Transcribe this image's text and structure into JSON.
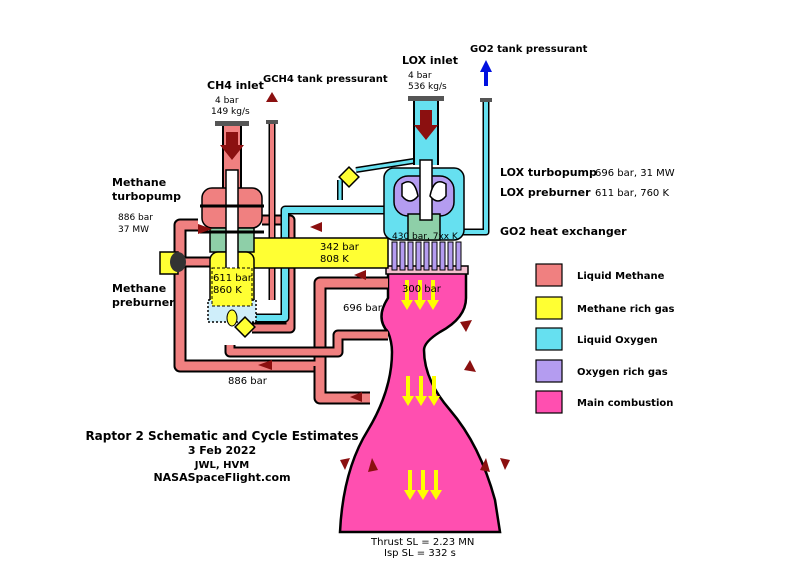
{
  "labels": {
    "ch4_inlet": "CH4 inlet",
    "ch4_inlet_p": "4 bar",
    "ch4_inlet_flow": "149 kg/s",
    "gch4_tank": "GCH4 tank pressurant",
    "lox_inlet": "LOX inlet",
    "lox_inlet_p": "4 bar",
    "lox_inlet_flow": "536 kg/s",
    "go2_tank": "GO2 tank pressurant",
    "methane_turbopump_1": "Methane",
    "methane_turbopump_2": "turbopump",
    "methane_tp_p": "886 bar",
    "methane_tp_power": "37 MW",
    "methane_preburner_1": "Methane",
    "methane_preburner_2": "preburner",
    "lox_turbopump": "LOX turbopump",
    "lox_turbopump_val": "696 bar, 31 MW",
    "lox_preburner": "LOX preburner",
    "lox_preburner_val": "611 bar, 760 K",
    "go2_hx": "GO2 heat exchanger",
    "ox_pb_out": "430 bar, 7xx K",
    "mrg_p": "342 bar",
    "mrg_t": "808 K",
    "meth_pb_p": "611 bar",
    "meth_pb_t": "860 K",
    "chamber_p": "300 bar",
    "lox_line_p": "696 bar",
    "fuel_line_p": "886 bar",
    "thrust": "Thrust SL = 2.23 MN",
    "isp": "Isp SL = 332 s"
  },
  "legend": [
    {
      "label": "Liquid Methane",
      "color": "#f08080"
    },
    {
      "label": "Methane rich gas",
      "color": "#ffff33"
    },
    {
      "label": "Liquid Oxygen",
      "color": "#66e0f0"
    },
    {
      "label": "Oxygen rich gas",
      "color": "#b49cf0"
    },
    {
      "label": "Main combustion",
      "color": "#ff4fb0"
    }
  ],
  "credits": {
    "title": "Raptor 2 Schematic and Cycle Estimates",
    "date": "3 Feb 2022",
    "authors": "JWL, HVM",
    "site": "NASASpaceFlight.com"
  },
  "colors": {
    "methane": "#f08080",
    "methane_rich_gas": "#ffff33",
    "lox": "#66e0f0",
    "oxygen_rich_gas": "#b49cf0",
    "main_combustion": "#ff4fb0",
    "arrow_flow": "#8b1010",
    "arrow_gas": "#ffff00",
    "arrow_go2": "#0010e0",
    "turbine_green": "#8ecfa8"
  }
}
